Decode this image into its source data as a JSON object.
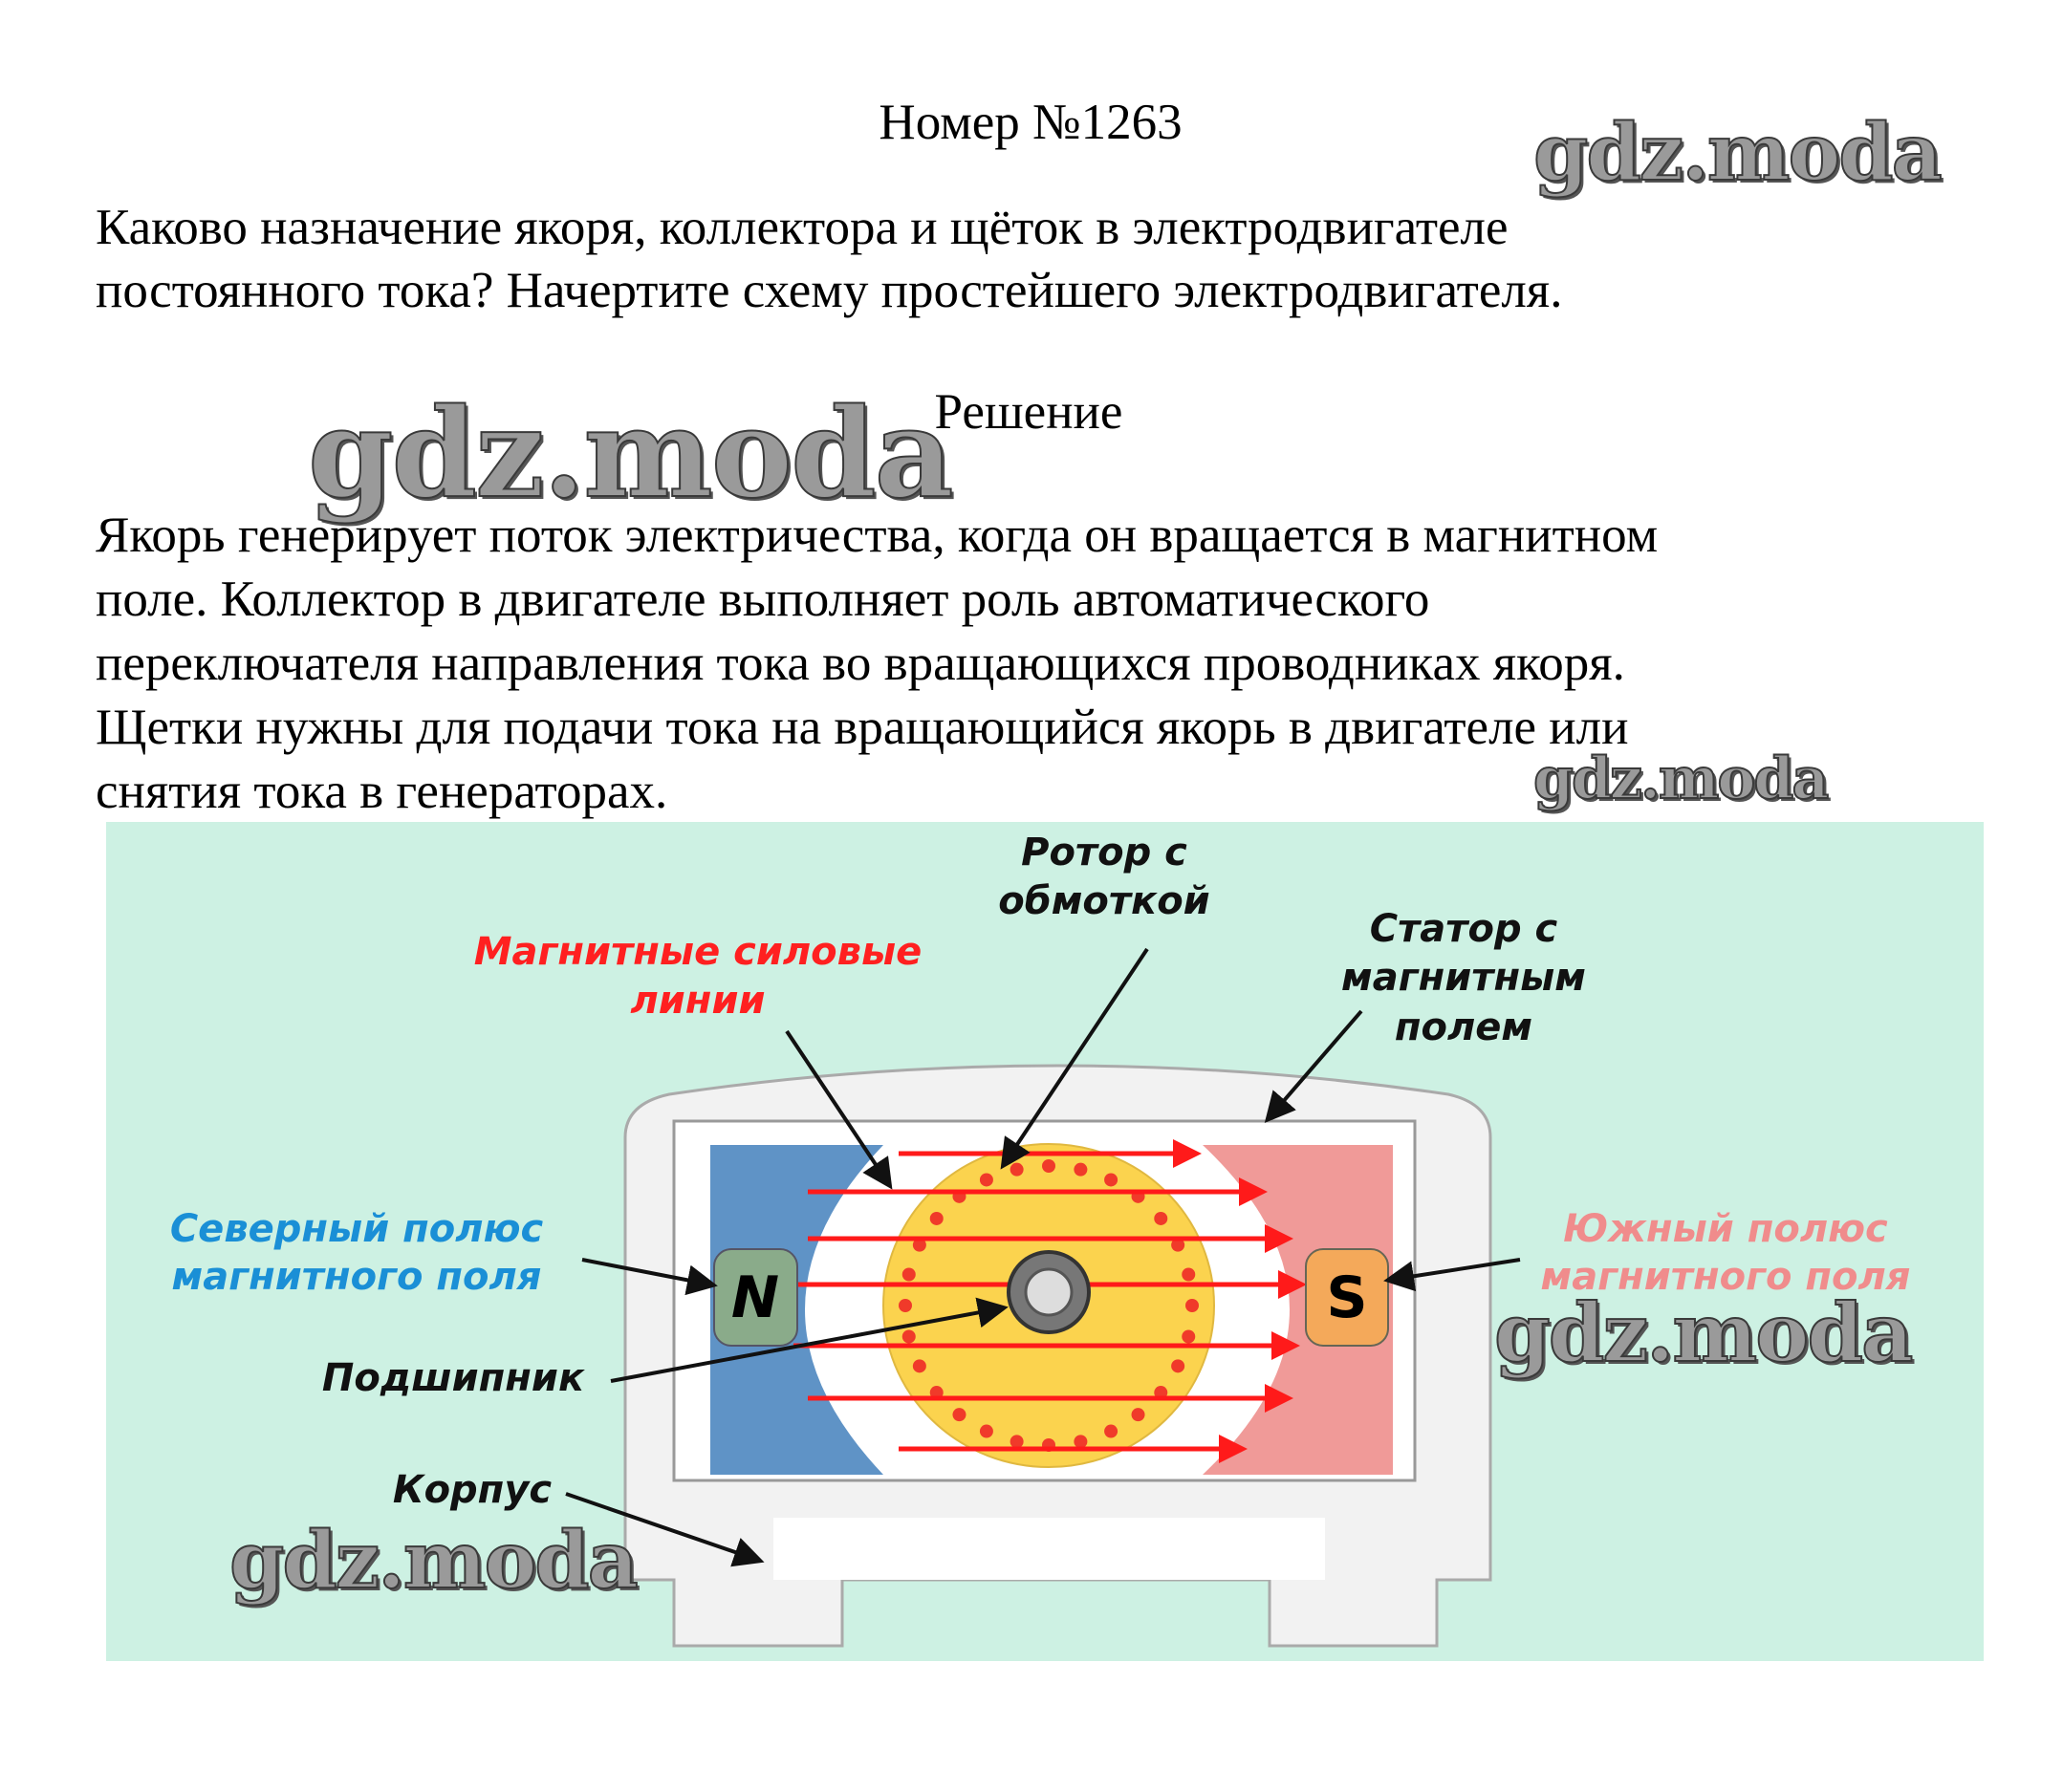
{
  "title": "Номер №1263",
  "question": [
    "Каково назначение якоря, коллектора и щёток в электродвигателе",
    "постоянного тока? Начертите схему простейшего электродвигателя."
  ],
  "solution_heading": "Решение",
  "answer": [
    "Якорь генерирует поток электричества, когда он вращается в магнитном",
    "поле. Коллектор в двигателе выполняет роль автоматического",
    "переключателя направления тока во вращающихся проводниках якоря.",
    "Щетки нужны для подачи тока на вращающийся якорь в двигателе или",
    "снятия тока в генераторах."
  ],
  "watermark": "gdz.moda",
  "diagram": {
    "labels": {
      "rotor": [
        "Ротор с",
        "обмоткой"
      ],
      "field_lines": [
        "Магнитные силовые",
        "линии"
      ],
      "stator": [
        "Статор с",
        "магнитным",
        "полем"
      ],
      "north": [
        "Северный полюс",
        "магнитного поля"
      ],
      "south": [
        "Южный полюс",
        "магнитного поля"
      ],
      "bearing": "Подшипник",
      "housing": "Корпус",
      "n_pole": "N",
      "s_pole": "S"
    },
    "colors": {
      "background": "#cdf1e3",
      "north": "#5f93c6",
      "south": "#f09a98",
      "rotor": "#fbd34e",
      "field": "#ff1a1a",
      "north_label": "#1a8fd6",
      "south_label": "#f08c8c"
    }
  }
}
